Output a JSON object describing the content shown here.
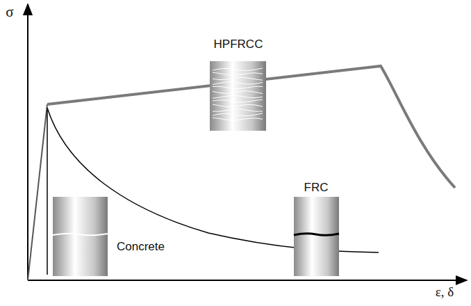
{
  "diagram": {
    "labels": [
      "σ",
      "ε, δ",
      "HPFRCC",
      "FRC",
      "Concrete"
    ]
  }
}
